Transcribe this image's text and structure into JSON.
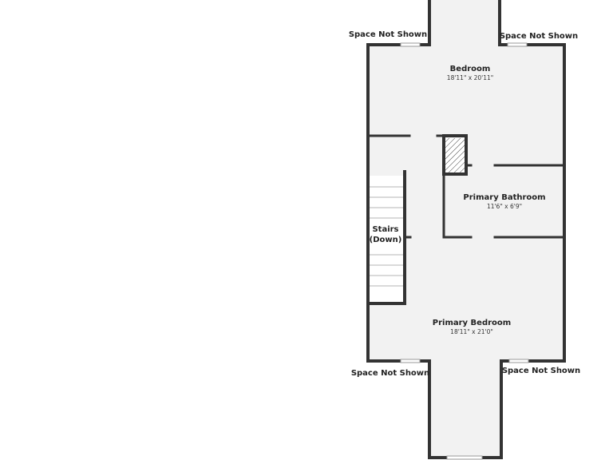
{
  "colors": {
    "background": "#ffffff",
    "floor": "#f2f2f2",
    "wall": "#333333",
    "label": "#222222"
  },
  "rooms": {
    "bedroom": {
      "name": "Bedroom",
      "dims": "18'11\" x 20'11\""
    },
    "primary_bathroom": {
      "name": "Primary Bathroom",
      "dims": "11'6\" x 6'9\""
    },
    "stairs": {
      "name_line1": "Stairs",
      "name_line2": "(Down)"
    },
    "primary_bedroom": {
      "name": "Primary Bedroom",
      "dims": "18'11\" x 21'0\""
    }
  },
  "exterior_labels": {
    "top_left": "Space Not Shown",
    "top_right": "Space Not Shown",
    "bottom_left": "Space Not Shown",
    "bottom_right": "Space Not Shown"
  }
}
